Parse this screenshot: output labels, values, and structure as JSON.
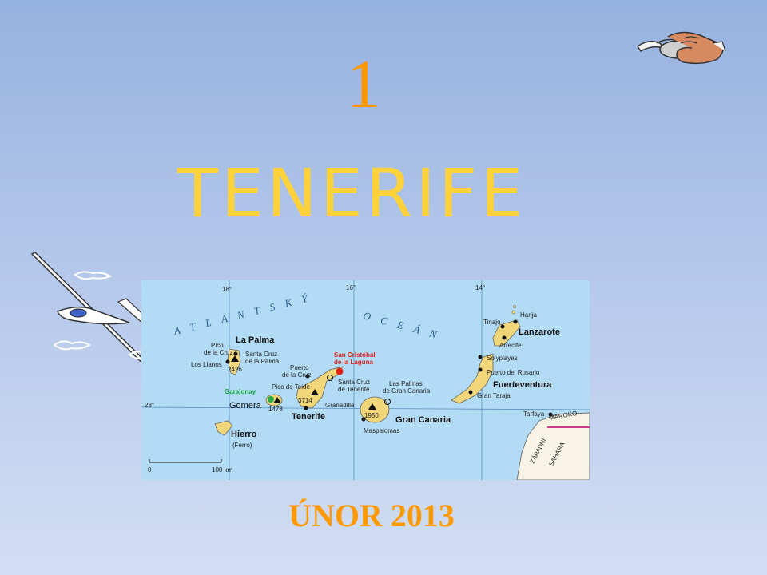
{
  "slide": {
    "number": "1",
    "title": "TENERIFE",
    "date": "ÚNOR 2013"
  },
  "map": {
    "ocean": {
      "part1": "ATLANTSKÝ",
      "part2": "OCEÁN"
    },
    "graticule": {
      "lon18": "18°",
      "lon16": "16°",
      "lon14": "14°",
      "lat28": "28°"
    },
    "islands": {
      "la_palma": "La Palma",
      "gomera": "Gomera",
      "hierro": "Hierro",
      "ferro": "(Ferro)",
      "tenerife": "Tenerife",
      "gran_canaria": "Gran Canaria",
      "fuerteventura": "Fuerteventura",
      "lanzarote": "Lanzarote"
    },
    "places": {
      "pico_cruz": [
        "Pico",
        "de la Cruz"
      ],
      "santa_cruz_palma": [
        "Santa Cruz",
        "de la Palma"
      ],
      "los_llanos": "Los Llanos",
      "elev_2426": "2426",
      "garajonay": "Garajonay",
      "elev_1478": "1478",
      "puerto_cruz": [
        "Puerto",
        "de la Cruz"
      ],
      "pico_teide": "Pico de Teide",
      "elev_3714": "3714",
      "granadilla": "Granadilla",
      "san_cristobal": [
        "San Cristóbal",
        "de la Laguna"
      ],
      "santa_cruz_tenerife": [
        "Santa Cruz",
        "de Tenerife"
      ],
      "las_palmas": [
        "Las Palmas",
        "de Gran Canaria"
      ],
      "elev_1950": "1950",
      "maspalomas": "Maspalomas",
      "tinajo": "Tinajo",
      "harija": "Harija",
      "arrecife": "Arrecife",
      "solyplayas": "Solyplayas",
      "puerto_rosario": "Puerto del Rosario",
      "gran_tarajal": "Gran Tarajal",
      "tarfaya": "Tarfaya",
      "maroko": "MAROKO",
      "zapadni": "ZÁPADNÍ",
      "sahara": "SAHARA"
    },
    "scale": {
      "zero": "0",
      "max": "100 km"
    }
  },
  "colors": {
    "number": "#ff9800",
    "title": "#ffd23a",
    "date": "#ff9900",
    "sea": "#b2dcf5",
    "land": "#f2d77a"
  },
  "decorations": {
    "top_right": "mouse-in-hand-icon",
    "left": "glider-plane-icon"
  }
}
